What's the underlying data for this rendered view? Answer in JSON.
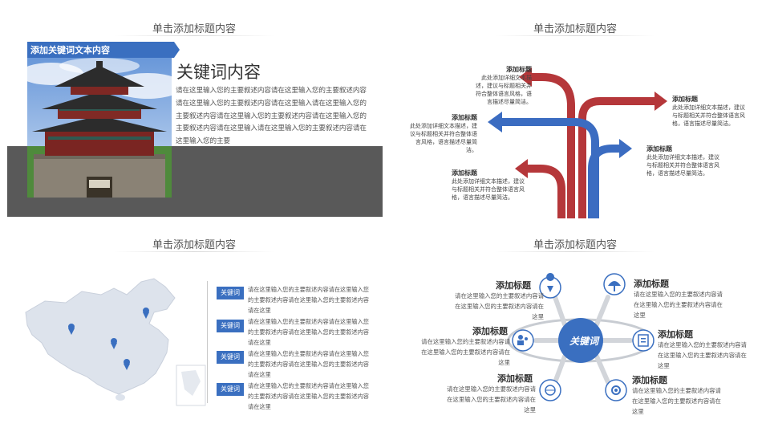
{
  "quadrant1": {
    "title": "单击添加标题内容",
    "tag": "添加关键词文本内容",
    "heading": "关键词内容",
    "body": "请在这里输入您的主要叙述内容请在这里输入您的主要叙述内容请在这里输入您的主要叙述内容请在这里输入请在这里输入您的主要叙述内容请在这里输入您的主要叙述内容请在这里输入您的主要叙述内容请在这里输入请在这里输入您的主要叙述内容请在这里输入您的主要"
  },
  "quadrant2": {
    "title": "单击添加标题内容",
    "labels": [
      {
        "title": "添加标题",
        "text": "此处添加详细文本描述，建议与标题相关并符合整体语言风格，语言描述尽量简洁。"
      },
      {
        "title": "添加标题",
        "text": "此处添加详细文本描述，建议与标题相关并符合整体语言风格，语言描述尽量简洁。"
      },
      {
        "title": "添加标题",
        "text": "此处添加详细文本描述，建议与标题相关并符合整体语言风格，语言描述尽量简洁。"
      },
      {
        "title": "添加标题",
        "text": "此处添加详细文本描述，建议与标题相关并符合整体语言风格，语言描述尽量简洁。"
      },
      {
        "title": "添加标题",
        "text": "此处添加详细文本描述，建议与标题相关并符合整体语言风格，语言描述尽量简洁。"
      }
    ],
    "colors": {
      "red": "#b5373a",
      "blue": "#3b6cc1"
    }
  },
  "quadrant3": {
    "title": "单击添加标题内容",
    "items": [
      {
        "badge": "关键词",
        "text": "请在这里输入您的主要叙述内容请在这里输入您的主要叙述内容请在这里输入您的主要叙述内容请在这里"
      },
      {
        "badge": "关键词",
        "text": "请在这里输入您的主要叙述内容请在这里输入您的主要叙述内容请在这里输入您的主要叙述内容请在这里"
      },
      {
        "badge": "关键词",
        "text": "请在这里输入您的主要叙述内容请在这里输入您的主要叙述内容请在这里输入您的主要叙述内容请在这里"
      },
      {
        "badge": "关键词",
        "text": "请在这里输入您的主要叙述内容请在这里输入您的主要叙述内容请在这里输入您的主要叙述内容请在这里"
      }
    ]
  },
  "quadrant4": {
    "title": "单击添加标题内容",
    "center": "关键词",
    "items": [
      {
        "title": "添加标题",
        "text": "请在这里输入您的主要叙述内容请在这里输入您的主要叙述内容请在这里",
        "icon": "location-icon"
      },
      {
        "title": "添加标题",
        "text": "请在这里输入您的主要叙述内容请在这里输入您的主要叙述内容请在这里",
        "icon": "umbrella-icon"
      },
      {
        "title": "添加标题",
        "text": "请在这里输入您的主要叙述内容请在这里输入您的主要叙述内容请在这里",
        "icon": "user-group-icon"
      },
      {
        "title": "添加标题",
        "text": "请在这里输入您的主要叙述内容请在这里输入您的主要叙述内容请在这里",
        "icon": "document-icon"
      },
      {
        "title": "添加标题",
        "text": "请在这里输入您的主要叙述内容请在这里输入您的主要叙述内容请在这里",
        "icon": "globe-icon"
      },
      {
        "title": "添加标题",
        "text": "请在这里输入您的主要叙述内容请在这里输入您的主要叙述内容请在这里",
        "icon": "settings-icon"
      }
    ],
    "colors": {
      "accent": "#3a6fc0"
    }
  }
}
